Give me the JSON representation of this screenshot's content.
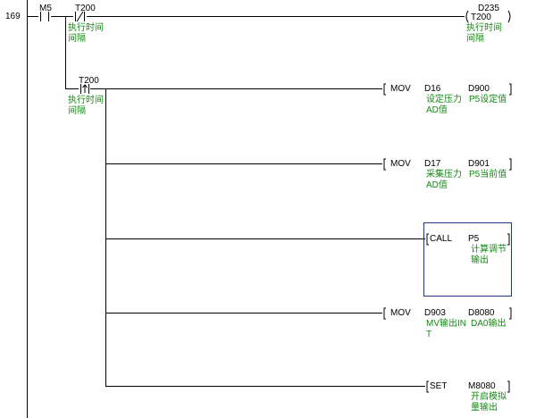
{
  "step_number": "169",
  "contacts": {
    "m5": {
      "device": "M5"
    },
    "t200_nc": {
      "device": "T200",
      "comment": [
        "执行时间",
        "间隔"
      ]
    },
    "t200_rise": {
      "device": "T200",
      "comment": [
        "执行时间",
        "间隔"
      ]
    }
  },
  "timer_coil": {
    "device": "T200",
    "preset": "D235",
    "comment": [
      "执行时间",
      "间隔"
    ]
  },
  "instructions": [
    {
      "op": "MOV",
      "s": "D16",
      "s_comment": [
        "设定压力",
        "AD值"
      ],
      "d": "D900",
      "d_comment": [
        "P5设定值"
      ]
    },
    {
      "op": "MOV",
      "s": "D17",
      "s_comment": [
        "采集压力",
        "AD值"
      ],
      "d": "D901",
      "d_comment": [
        "P5当前值"
      ]
    },
    {
      "op": "CALL",
      "s": "P5",
      "s_comment": [
        "计算调节",
        "输出"
      ]
    },
    {
      "op": "MOV",
      "s": "D903",
      "s_comment": [
        "MV输出IN",
        "T"
      ],
      "d": "D8080",
      "d_comment": [
        "DA0输出"
      ]
    },
    {
      "op": "SET",
      "s": "M8080",
      "s_comment": [
        "开启模拟",
        "量输出"
      ]
    }
  ],
  "colors": {
    "wire": "#000000",
    "comment": "#138a13",
    "selection": "#1f3a7a"
  }
}
